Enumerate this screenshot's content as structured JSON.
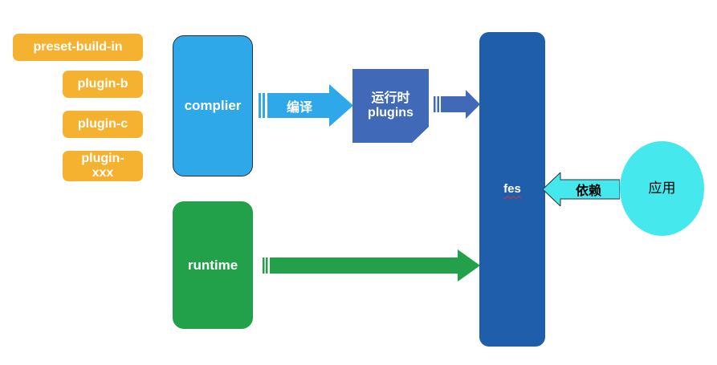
{
  "diagram": {
    "title": "fes architecture diagram",
    "colors": {
      "chip_orange": "#F5B230",
      "complier_blue": "#2FA8EA",
      "runtime_green": "#22A04A",
      "plugins_blue": "#4069B8",
      "plugins_fold": "#2E4E8C",
      "fes_blue": "#1F5EAB",
      "app_cyan": "#45E8EC",
      "arrow_compile": "#2FA8EA",
      "arrow_plugins": "#4069B8",
      "arrow_runtime": "#22A04A",
      "arrow_depend": "#45E8EC",
      "spellcheck_red": "#e03030"
    },
    "chips": [
      {
        "id": "preset-build-in",
        "label": "preset-build-in"
      },
      {
        "id": "plugin-b",
        "label": "plugin-b"
      },
      {
        "id": "plugin-c",
        "label": "plugin-c"
      },
      {
        "id": "plugin-xxx",
        "line1": "plugin-",
        "line2": "xxx"
      }
    ],
    "nodes": {
      "complier": "complier",
      "runtime": "runtime",
      "plugins_line1": "运行时",
      "plugins_line2": "plugins",
      "fes": "fes",
      "app": "应用"
    },
    "arrows": {
      "compile": "编译",
      "plugins_to_fes": "",
      "runtime_to_fes": "",
      "depend": "依赖"
    }
  }
}
